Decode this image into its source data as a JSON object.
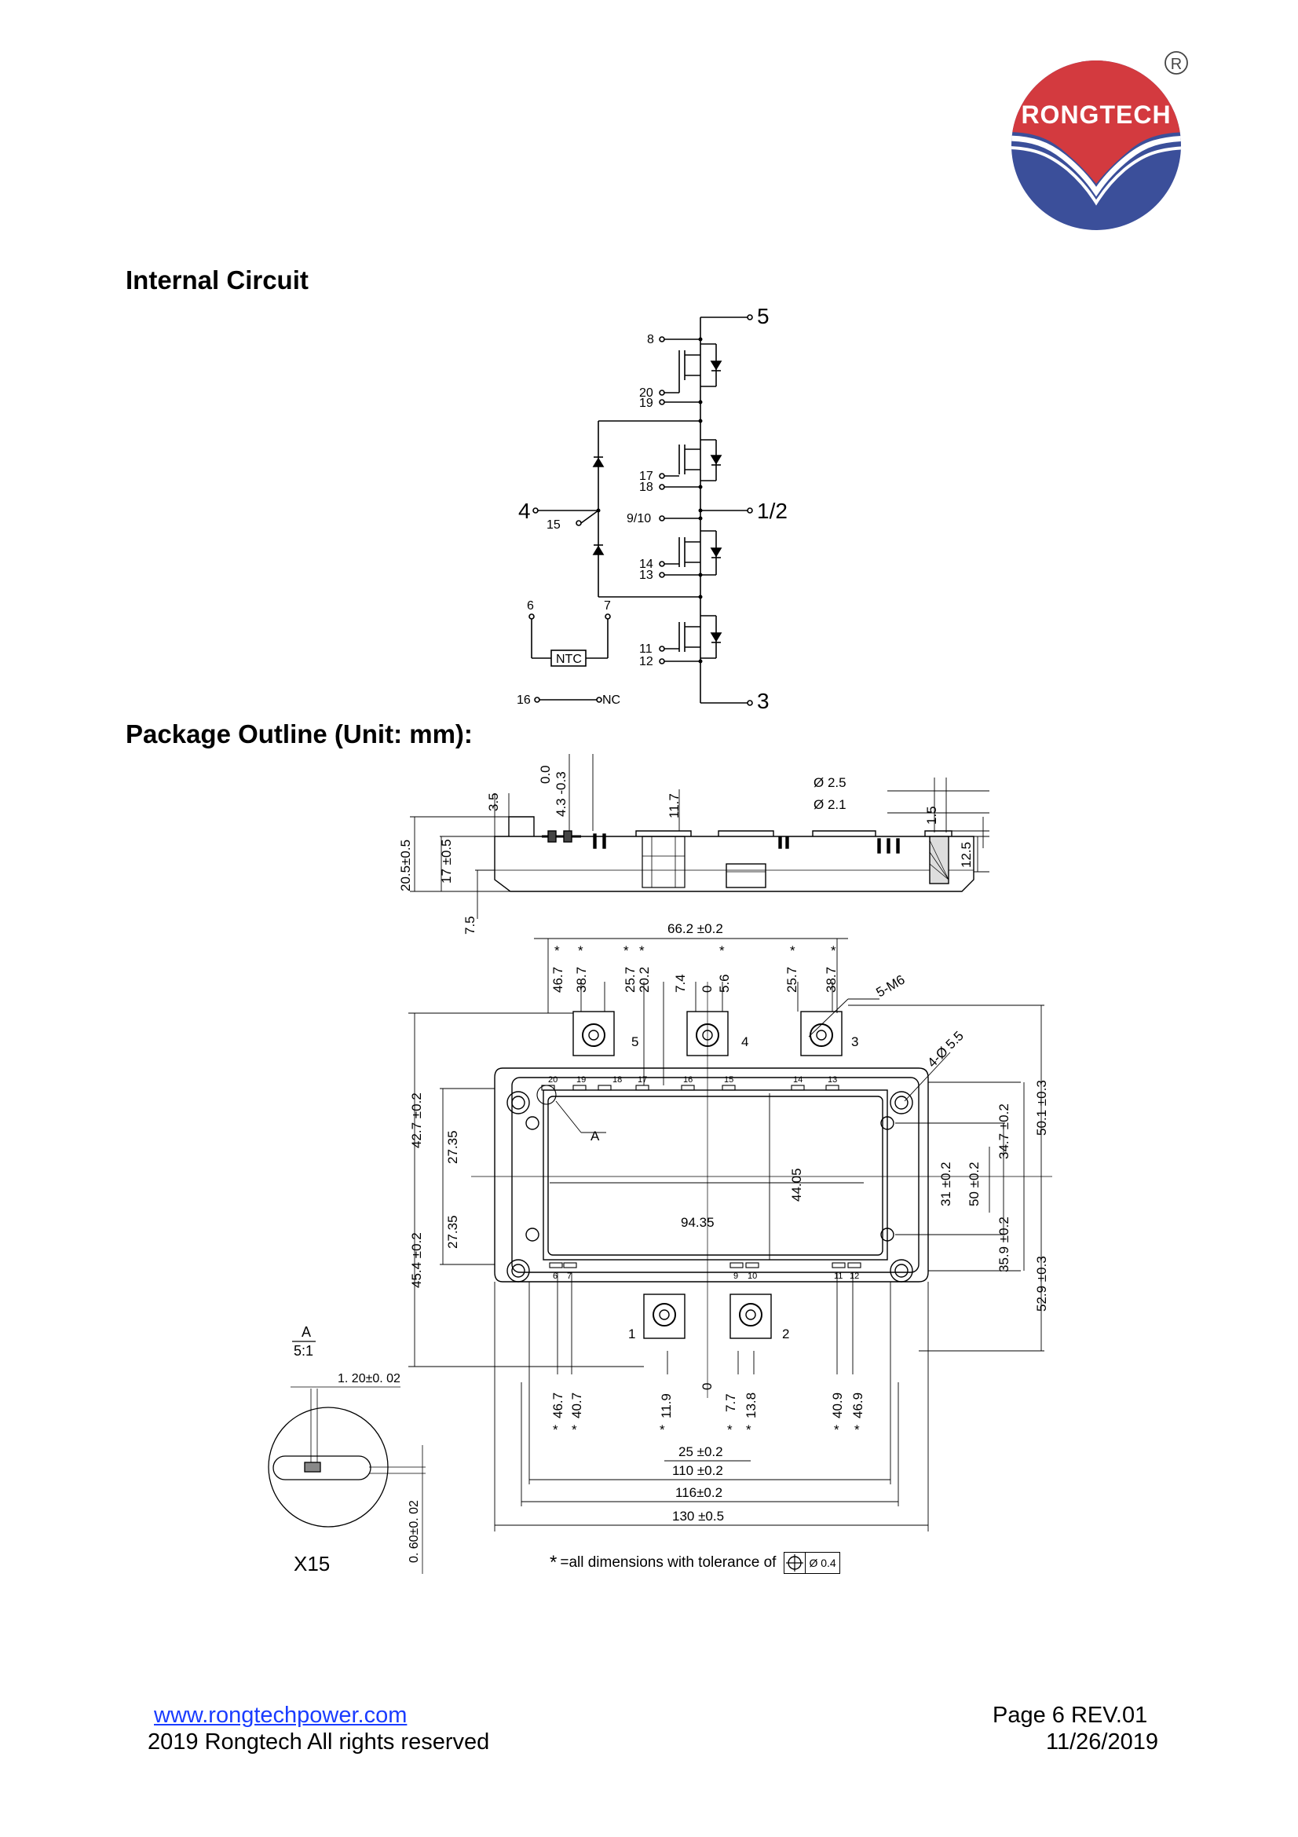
{
  "brand": {
    "name": "RONGTECH",
    "registered": "R",
    "red": "#d33a3f",
    "blue": "#3b4f9a"
  },
  "sections": {
    "internal_circuit": "Internal Circuit",
    "package_outline": "Package Outline (Unit: mm):"
  },
  "circuit": {
    "terminals": {
      "t5": "5",
      "t12": "1/2",
      "t3": "3",
      "t4": "4"
    },
    "pins": {
      "p8": "8",
      "p20": "20",
      "p19": "19",
      "p17": "17",
      "p18": "18",
      "p15": "15",
      "p910": "9/10",
      "p14": "14",
      "p13": "13",
      "p6": "6",
      "p7": "7",
      "p11": "11",
      "p12": "12",
      "p16": "16",
      "nc": "NC",
      "ntc": "NTC"
    }
  },
  "outline": {
    "side": {
      "d205": "20.5±0.5",
      "d17": "17 ±0.5",
      "d75": "7.5",
      "d35": "3.5",
      "d00": "0.0",
      "d43": "4.3 -0.3",
      "d117": "11.7",
      "d25": "Ø 2.5",
      "d21": "Ø 2.1",
      "d15": "1.5",
      "d125": "12.5"
    },
    "top": {
      "d662": "66.2  ±0.2",
      "top_dims": [
        "46.7",
        "38.7",
        "25.7",
        "20.2",
        "7.4",
        "0",
        "5.6",
        "25.7",
        "38.7"
      ],
      "bottom_dims": [
        "46.7",
        "40.7",
        "11.9",
        "0",
        "7.7",
        "13.8",
        "40.9",
        "46.9"
      ],
      "m6": "5-M6",
      "hole": "4-Ø 5.5",
      "left_dims": [
        "42.7  ±0.2",
        "27.35",
        "27.35",
        "45.4  ±0.2"
      ],
      "right_dims": [
        "50.1  ±0.3",
        "34.7  ±0.2",
        "31 ±0.2",
        "50 ±0.2",
        "35.9  ±0.2",
        "52.9  ±0.3"
      ],
      "d9435": "94.35",
      "d4405": "44.05",
      "d25b": "25  ±0.2",
      "d110": "110  ±0.2",
      "d116": "116±0.2",
      "d130": "130  ±0.5",
      "term_labels": {
        "t5": "5",
        "t4": "4",
        "t3": "3",
        "t1": "1",
        "t2": "2"
      },
      "pin_top": [
        "20",
        "19",
        "18",
        "17",
        "16",
        "15",
        "14",
        "13"
      ],
      "pin_bot": [
        "6",
        "7",
        "9",
        "10",
        "11",
        "12"
      ],
      "detail_marker": "A"
    },
    "detail": {
      "label": "A",
      "scale": "5:1",
      "d120": "1. 20±0. 02",
      "d060": "0. 60±0. 02",
      "x15": "X15"
    },
    "tolerance_note": "=all dimensions with tolerance of",
    "tolerance_value": "Ø 0.4",
    "star": "*"
  },
  "footer": {
    "url": "www.rongtechpower.com",
    "copyright": "2019 Rongtech All rights reserved",
    "page": "Page 6  REV.01",
    "date": "11/26/2019"
  }
}
